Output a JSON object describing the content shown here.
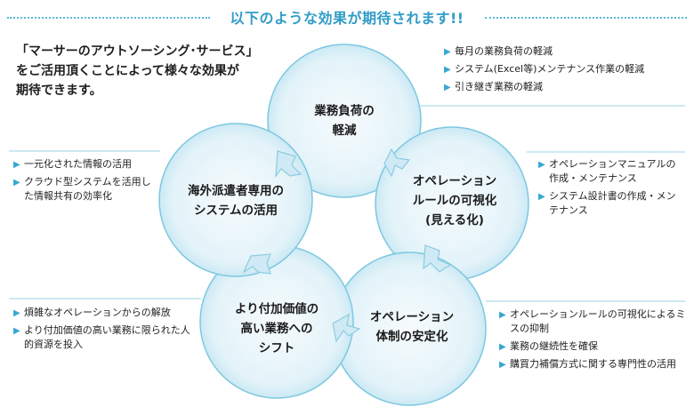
{
  "header": {
    "title": "以下のような効果が期待されます!!"
  },
  "intro": {
    "lines": [
      "「マーサーのアウトソーシング･サービス」",
      "をご活用頂くことによって様々な効果が",
      "期待できます。"
    ]
  },
  "cycle": {
    "circles": [
      {
        "id": "workload",
        "lines": [
          "業務負荷の",
          "軽減"
        ]
      },
      {
        "id": "visibility",
        "lines": [
          "オペレーション",
          "ルールの可視化",
          "(見える化)"
        ]
      },
      {
        "id": "stability",
        "lines": [
          "オペレーション",
          "体制の安定化"
        ]
      },
      {
        "id": "shift",
        "lines": [
          "より付加価値の",
          "高い業務への",
          "シフト"
        ]
      },
      {
        "id": "overseas",
        "lines": [
          "海外派遣者専用の",
          "システムの活用"
        ]
      }
    ]
  },
  "notes": {
    "workload": [
      "毎月の業務負荷の軽減",
      "システム(Excel等)メンテナンス作業の軽減",
      "引き継ぎ業務の軽減"
    ],
    "visibility": [
      "オペレーションマニュアルの作成・メンテナンス",
      "システム設計書の作成・メンテナンス"
    ],
    "stability": [
      "オペレーションルールの可視化によるミスの抑制",
      "業務の継続性を確保",
      "購買力補償方式に関する専門性の活用"
    ],
    "shift": [
      "煩雑なオペレーションからの解放",
      "より付加価値の高い業務に限られた人的資源を投入"
    ],
    "overseas": [
      "一元化された情報の活用",
      "クラウド型システムを活用した情報共有の効率化"
    ]
  },
  "colors": {
    "accent": "#2f9cc8",
    "circle_fill": "#dff1f8",
    "circle_stroke": "#7cc8e2",
    "arrow": "#b9e1ef",
    "bullet": "#35a8d2"
  },
  "icons": {
    "bullet": "triangle-right-icon",
    "arrow": "cycle-arrow-icon"
  }
}
